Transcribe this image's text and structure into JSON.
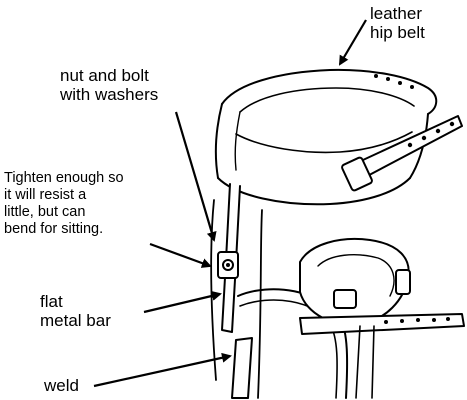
{
  "labels": {
    "hip_belt": "leather\nhip belt",
    "nut_bolt": "nut and bolt\nwith washers",
    "tighten_note": "Tighten enough so\nit will resist a\nlittle, but can\nbend for sitting.",
    "flat_bar": "flat\nmetal bar",
    "weld": "weld"
  },
  "colors": {
    "ink": "#000000",
    "paper": "#ffffff"
  }
}
